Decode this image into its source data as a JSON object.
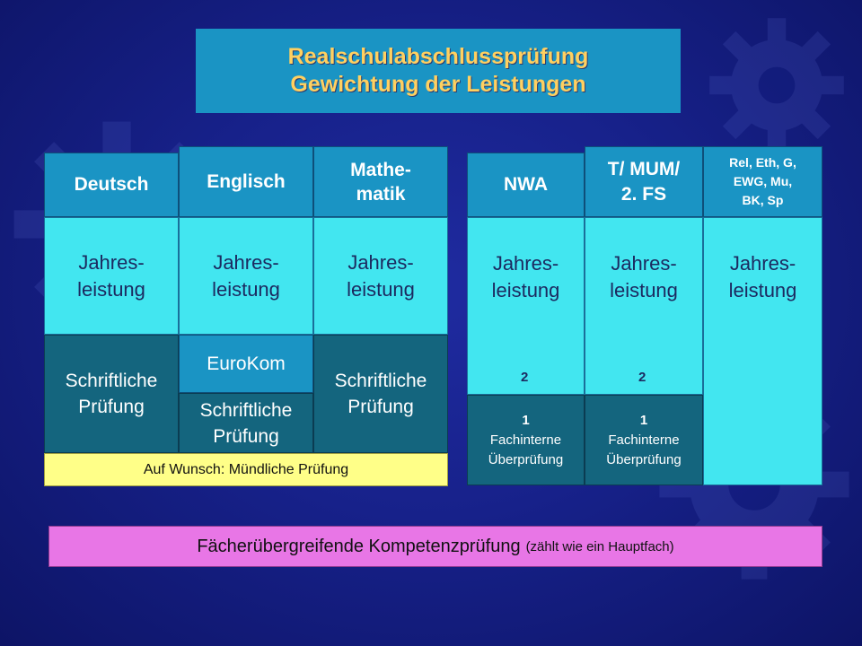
{
  "title": {
    "line1": "Realschulabschlussprüfung",
    "line2": "Gewichtung der Leistungen"
  },
  "left_group": {
    "headers": {
      "deutsch": "Deutsch",
      "englisch": "Englisch",
      "mathe_line1": "Mathe-",
      "mathe_line2": "matik"
    },
    "jahres_line1": "Jahres-",
    "jahres_line2": "leistung",
    "schriftlich_line1": "Schriftliche",
    "schriftlich_line2": "Prüfung",
    "eurokom": "EuroKom",
    "muendlich": "Auf Wunsch: Mündliche Prüfung"
  },
  "right_group": {
    "headers": {
      "nwa": "NWA",
      "t_mum_line1": "T/ MUM/",
      "t_mum_line2": "2. FS",
      "rel_line1": "Rel, Eth, G,",
      "rel_line2": "EWG, Mu,",
      "rel_line3": "BK, Sp"
    },
    "jahres_line1": "Jahres-",
    "jahres_line2": "leistung",
    "weight_jahres": "2",
    "weight_fach": "1",
    "fach_line1": "Fachinterne",
    "fach_line2": "Überprüfung"
  },
  "bottom": {
    "main": "Fächerübergreifende Kompetenzprüfung",
    "note": "(zählt wie ein Hauptfach)"
  },
  "colors": {
    "background": "#17218a",
    "header": "#1a94c4",
    "jahresleistung": "#42e6f0",
    "pruefung": "#14657e",
    "muendlich": "#ffff88",
    "kompetenz": "#e876e6",
    "title_text": "#ffd060"
  }
}
